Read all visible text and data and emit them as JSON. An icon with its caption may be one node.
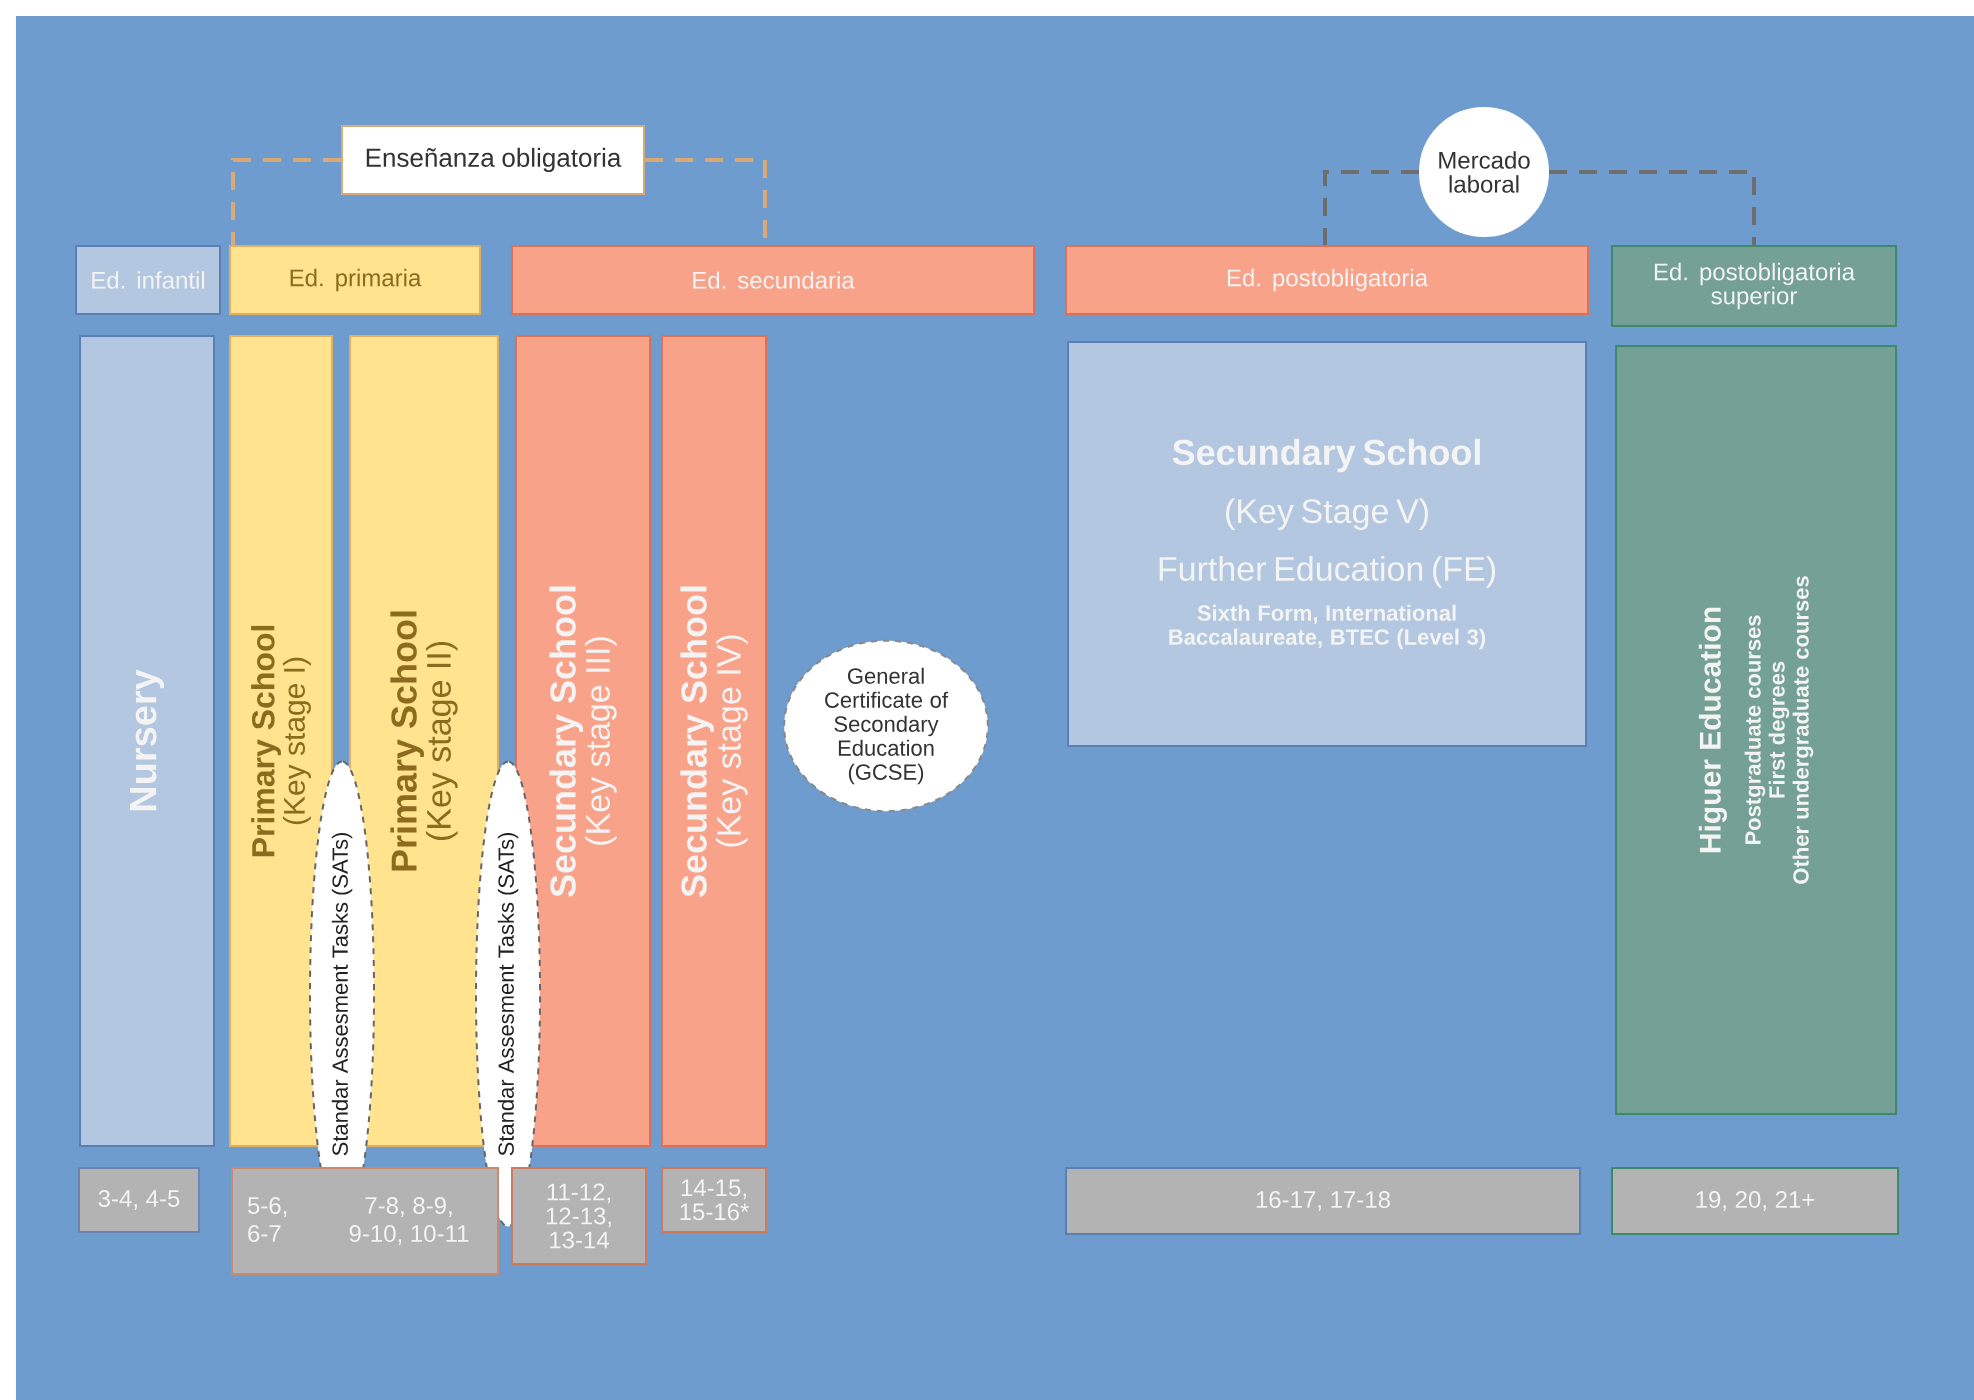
{
  "diagram": {
    "nodes": [
      {
        "text": [
          "Enseñanza obligatoria"
        ]
      },
      {
        "text": [
          "Mercado laboral"
        ]
      },
      {
        "text": [
          "Ed. infantil"
        ]
      },
      {
        "text": [
          "Ed. primaria"
        ]
      },
      {
        "text": [
          "Ed. secundaria"
        ]
      },
      {
        "text": [
          "Ed. postobligatoria"
        ]
      },
      {
        "text": [
          "Ed. postobligatoria superior"
        ]
      },
      {
        "text": [
          "Nursery"
        ]
      },
      {
        "text": [
          "Primary School",
          "(Key stage I)"
        ]
      },
      {
        "text": [
          "Primary School",
          "(Key stage II)"
        ]
      },
      {
        "text": [
          "Secundary School",
          "(Key stage III)"
        ]
      },
      {
        "text": [
          "Secundary School",
          "(Key stage IV)"
        ]
      },
      {
        "text": [
          "General Certificate of Secondary Education (GCSE)"
        ]
      },
      {
        "text": [
          "Secundary School",
          "(Key Stage V)",
          "Further Education (FE)",
          "Sixth Form, International Baccalaureate, BTEC (Level 3)"
        ]
      },
      {
        "text": [
          "Higuer Education",
          "Postgraduate courses",
          "First degrees",
          "Other undergraduate courses"
        ]
      },
      {
        "text": [
          "Standar Assesment Tasks (SATs)"
        ]
      },
      {
        "text": [
          "Standar Assesment Tasks (SATs)"
        ]
      },
      {
        "text": [
          "3-4, 4-5"
        ]
      },
      {
        "text": [
          "5-6, 6-7",
          "7-8, 8-9, 9-10, 10-11"
        ]
      },
      {
        "text": [
          "11-12, 12-13, 13-14"
        ]
      },
      {
        "text": [
          "14-15, 15-16*"
        ]
      },
      {
        "text": [
          "16-17,  17-18"
        ]
      },
      {
        "text": [
          "19, 20, 21+"
        ]
      }
    ],
    "edges": [
      {
        "from": 0,
        "to": 3,
        "arrow": "none",
        "style": "dashed",
        "color": "#d9aa78"
      },
      {
        "from": 0,
        "to": 4,
        "arrow": "none",
        "style": "dashed",
        "color": "#d9aa78"
      },
      {
        "from": 1,
        "to": 5,
        "arrow": "none",
        "style": "dashed",
        "color": "#6e6e6e"
      },
      {
        "from": 1,
        "to": 6,
        "arrow": "none",
        "style": "dashed",
        "color": "#6e6e6e"
      }
    ]
  }
}
